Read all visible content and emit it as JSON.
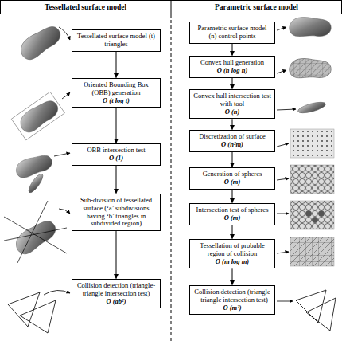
{
  "diagram": {
    "nodes": [
      {
        "text": [
          "Tessellated surface model (t) triangles"
        ]
      },
      {
        "text": [
          "Oriented Bounding Box (OBB) generation",
          "O (t log t)"
        ]
      },
      {
        "text": [
          "OBB intersection test",
          "O (1)"
        ]
      },
      {
        "text": [
          "Sub-division of tessellated surface (‘a’ subdivisions having ‘b’ triangles in subdivided region)"
        ]
      },
      {
        "text": [
          "Collision detection (triangle-triangle intersection test)",
          "O (ab²)"
        ]
      },
      {
        "text": [
          "Parametric surface model (n) control points"
        ]
      },
      {
        "text": [
          "Convex hull generation",
          "O (n log n)"
        ]
      },
      {
        "text": [
          "Convex hull intersection test with tool",
          "O (n)"
        ]
      },
      {
        "text": [
          "Discretization of surface",
          "O (n²m)"
        ]
      },
      {
        "text": [
          "Generation of spheres",
          "O (m)"
        ]
      },
      {
        "text": [
          "Intersection test of spheres",
          "O (m)"
        ]
      },
      {
        "text": [
          "Tessellation of probable region of collision",
          "O (m log m)"
        ]
      },
      {
        "text": [
          "Collision detection (triangle - triangle intersection test)",
          "O (m²)"
        ]
      }
    ],
    "edges": [
      {
        "from": 0,
        "to": 1,
        "arrow": "to"
      },
      {
        "from": 1,
        "to": 2,
        "arrow": "to"
      },
      {
        "from": 2,
        "to": 3,
        "arrow": "to"
      },
      {
        "from": 3,
        "to": 4,
        "arrow": "to"
      },
      {
        "from": 5,
        "to": 6,
        "arrow": "to"
      },
      {
        "from": 6,
        "to": 7,
        "arrow": "to"
      },
      {
        "from": 7,
        "to": 8,
        "arrow": "to"
      },
      {
        "from": 8,
        "to": 9,
        "arrow": "to"
      },
      {
        "from": 9,
        "to": 10,
        "arrow": "to"
      },
      {
        "from": 10,
        "to": 11,
        "arrow": "to"
      },
      {
        "from": 11,
        "to": 12,
        "arrow": "to"
      }
    ],
    "labels": [
      "Tessellated surface model",
      "Parametric surface model"
    ]
  }
}
